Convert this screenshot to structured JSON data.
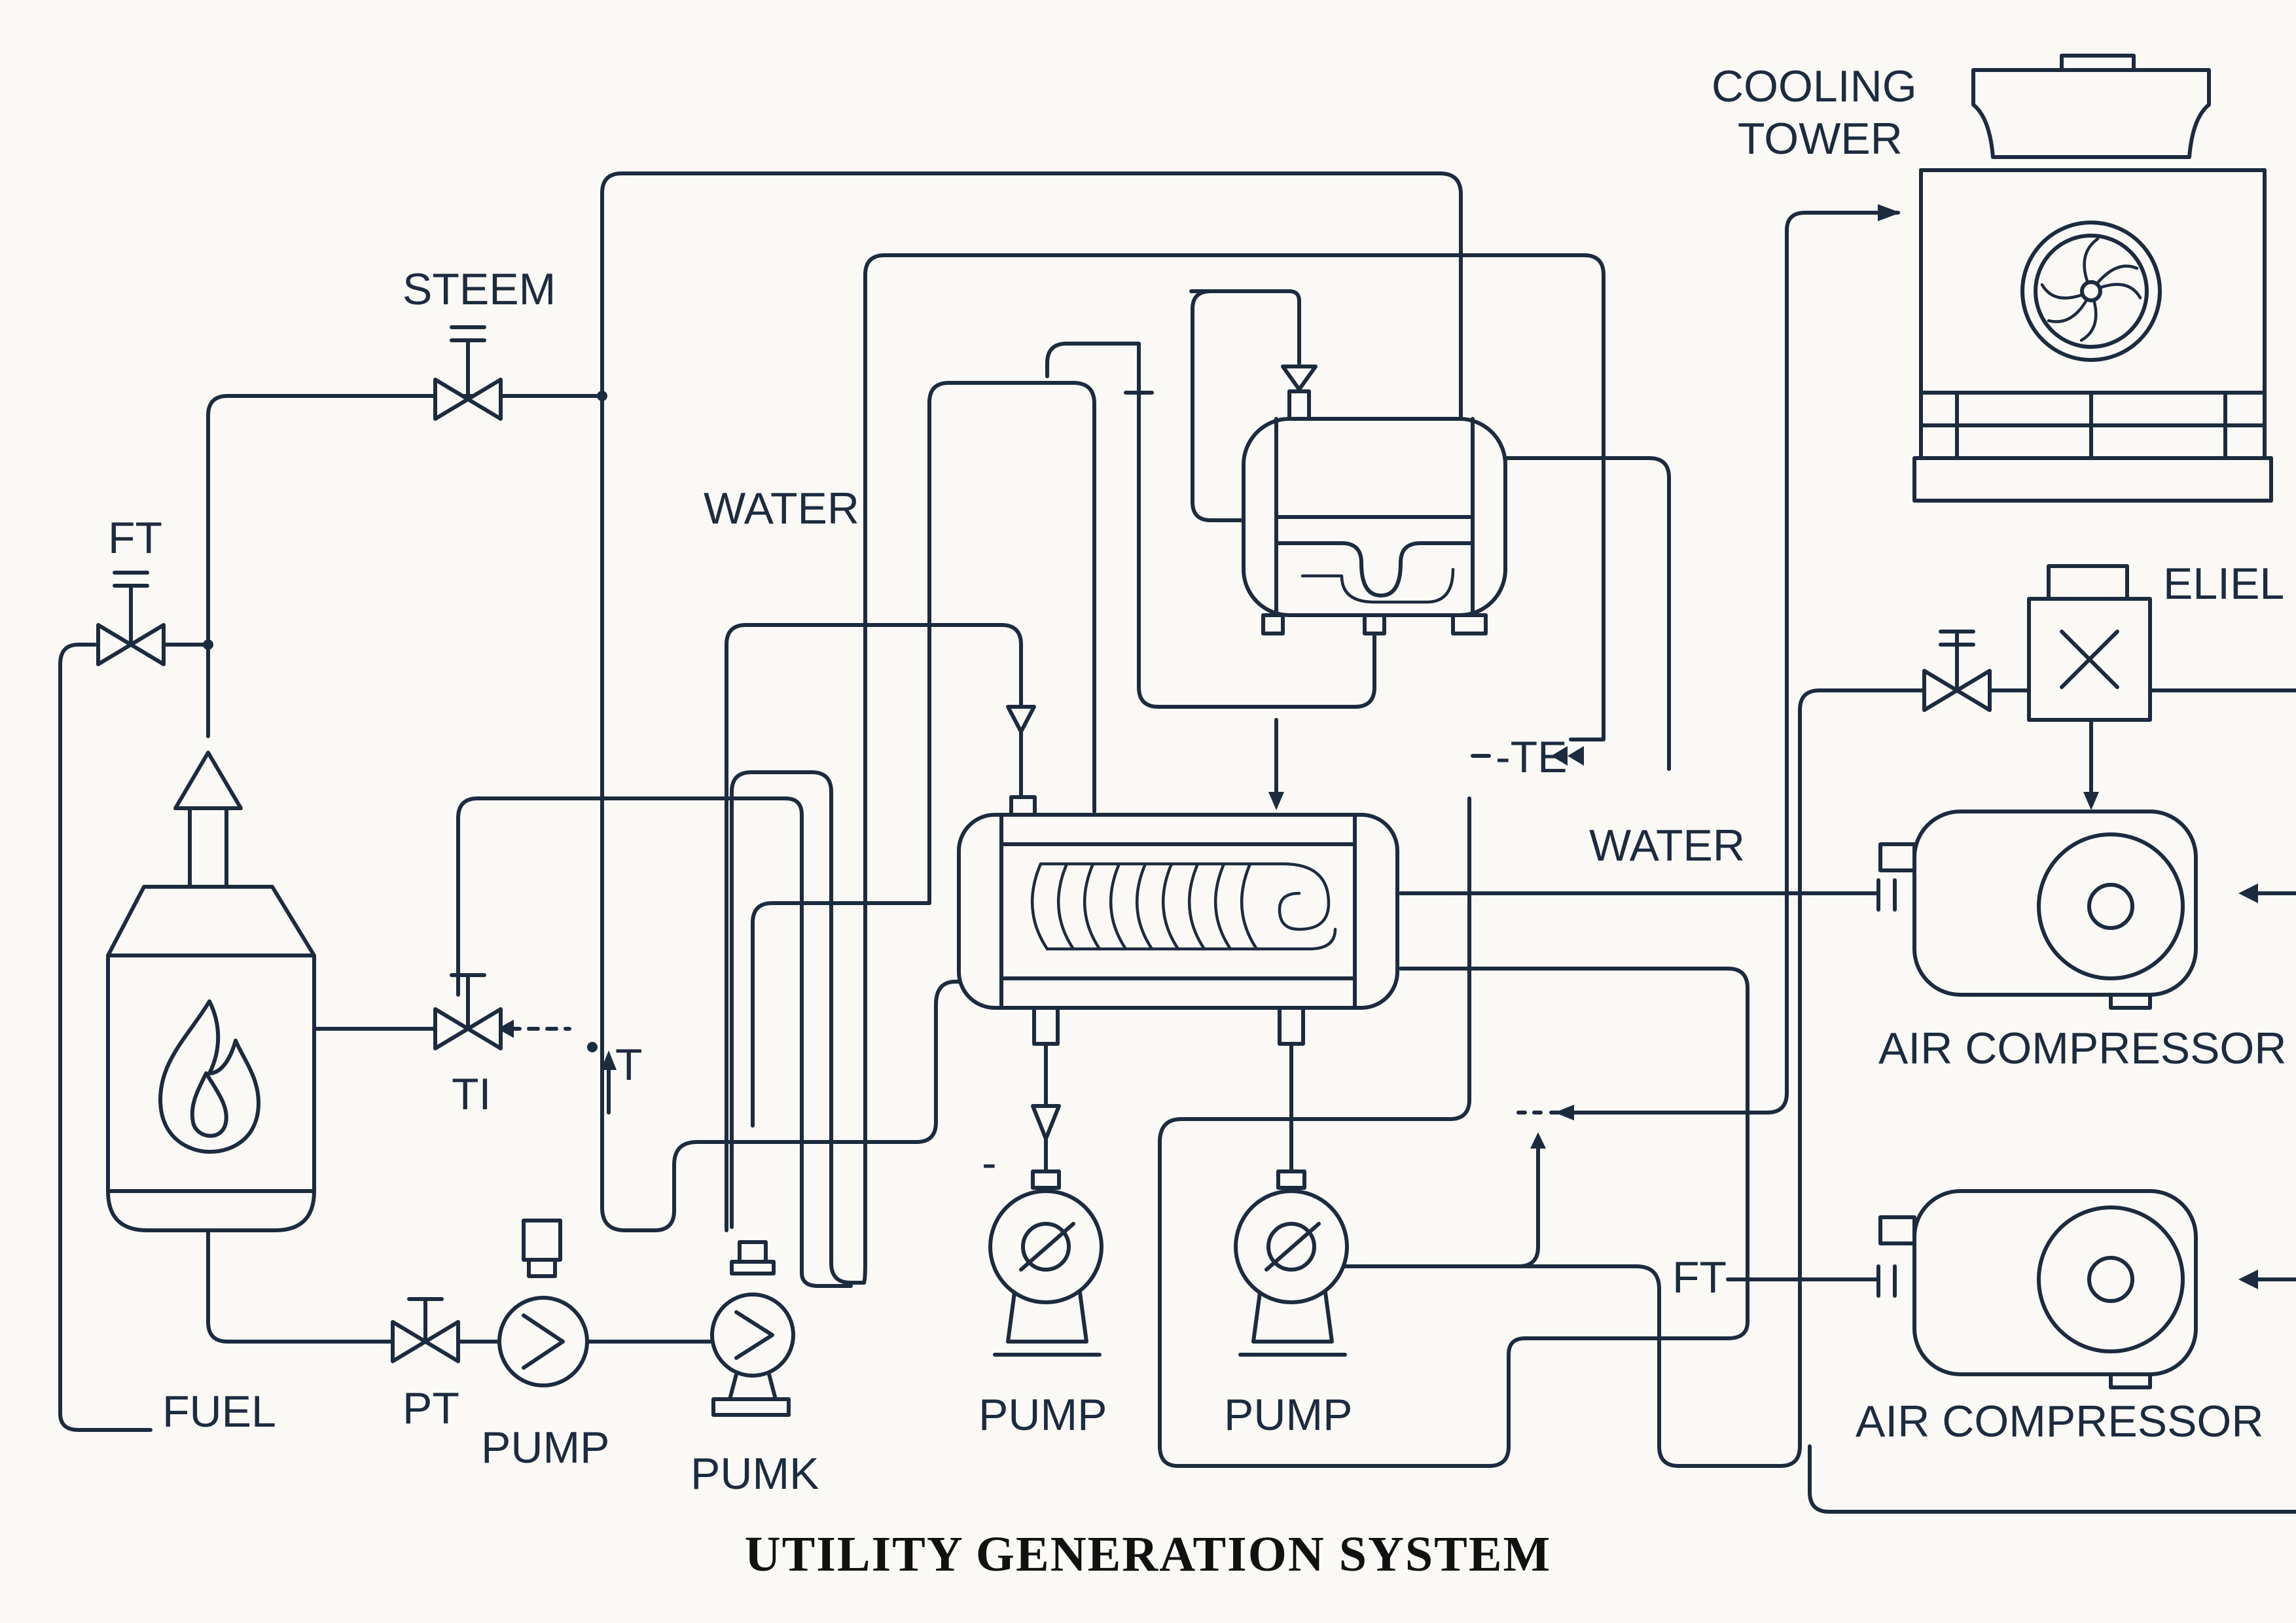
{
  "title": "UTILITY GENERATION SYSTEM",
  "labels": {
    "cooling_tower_line1": "COOLING",
    "cooling_tower_line2": "TOWER",
    "steem": "STEEM",
    "ft_top": "FT",
    "water_left": "WATER",
    "water_right": "WATER",
    "te": "-TE",
    "eliel": "ELIEL",
    "ti": "TI",
    "t_small": "T",
    "fuel": "FUEL",
    "pt": "PT",
    "pump1": "PUMP",
    "pumk": "PUMK",
    "pump3": "PUMP",
    "pump4": "PUMP",
    "ft_bottom": "FT",
    "air_compressor_1": "AIR COMPRESSOR",
    "air_compressor_2": "AIR COMPRESSOR",
    "dash": "-"
  },
  "colors": {
    "line": "#1d2b3f",
    "background": "#fbf9f5",
    "title": "#111111"
  }
}
